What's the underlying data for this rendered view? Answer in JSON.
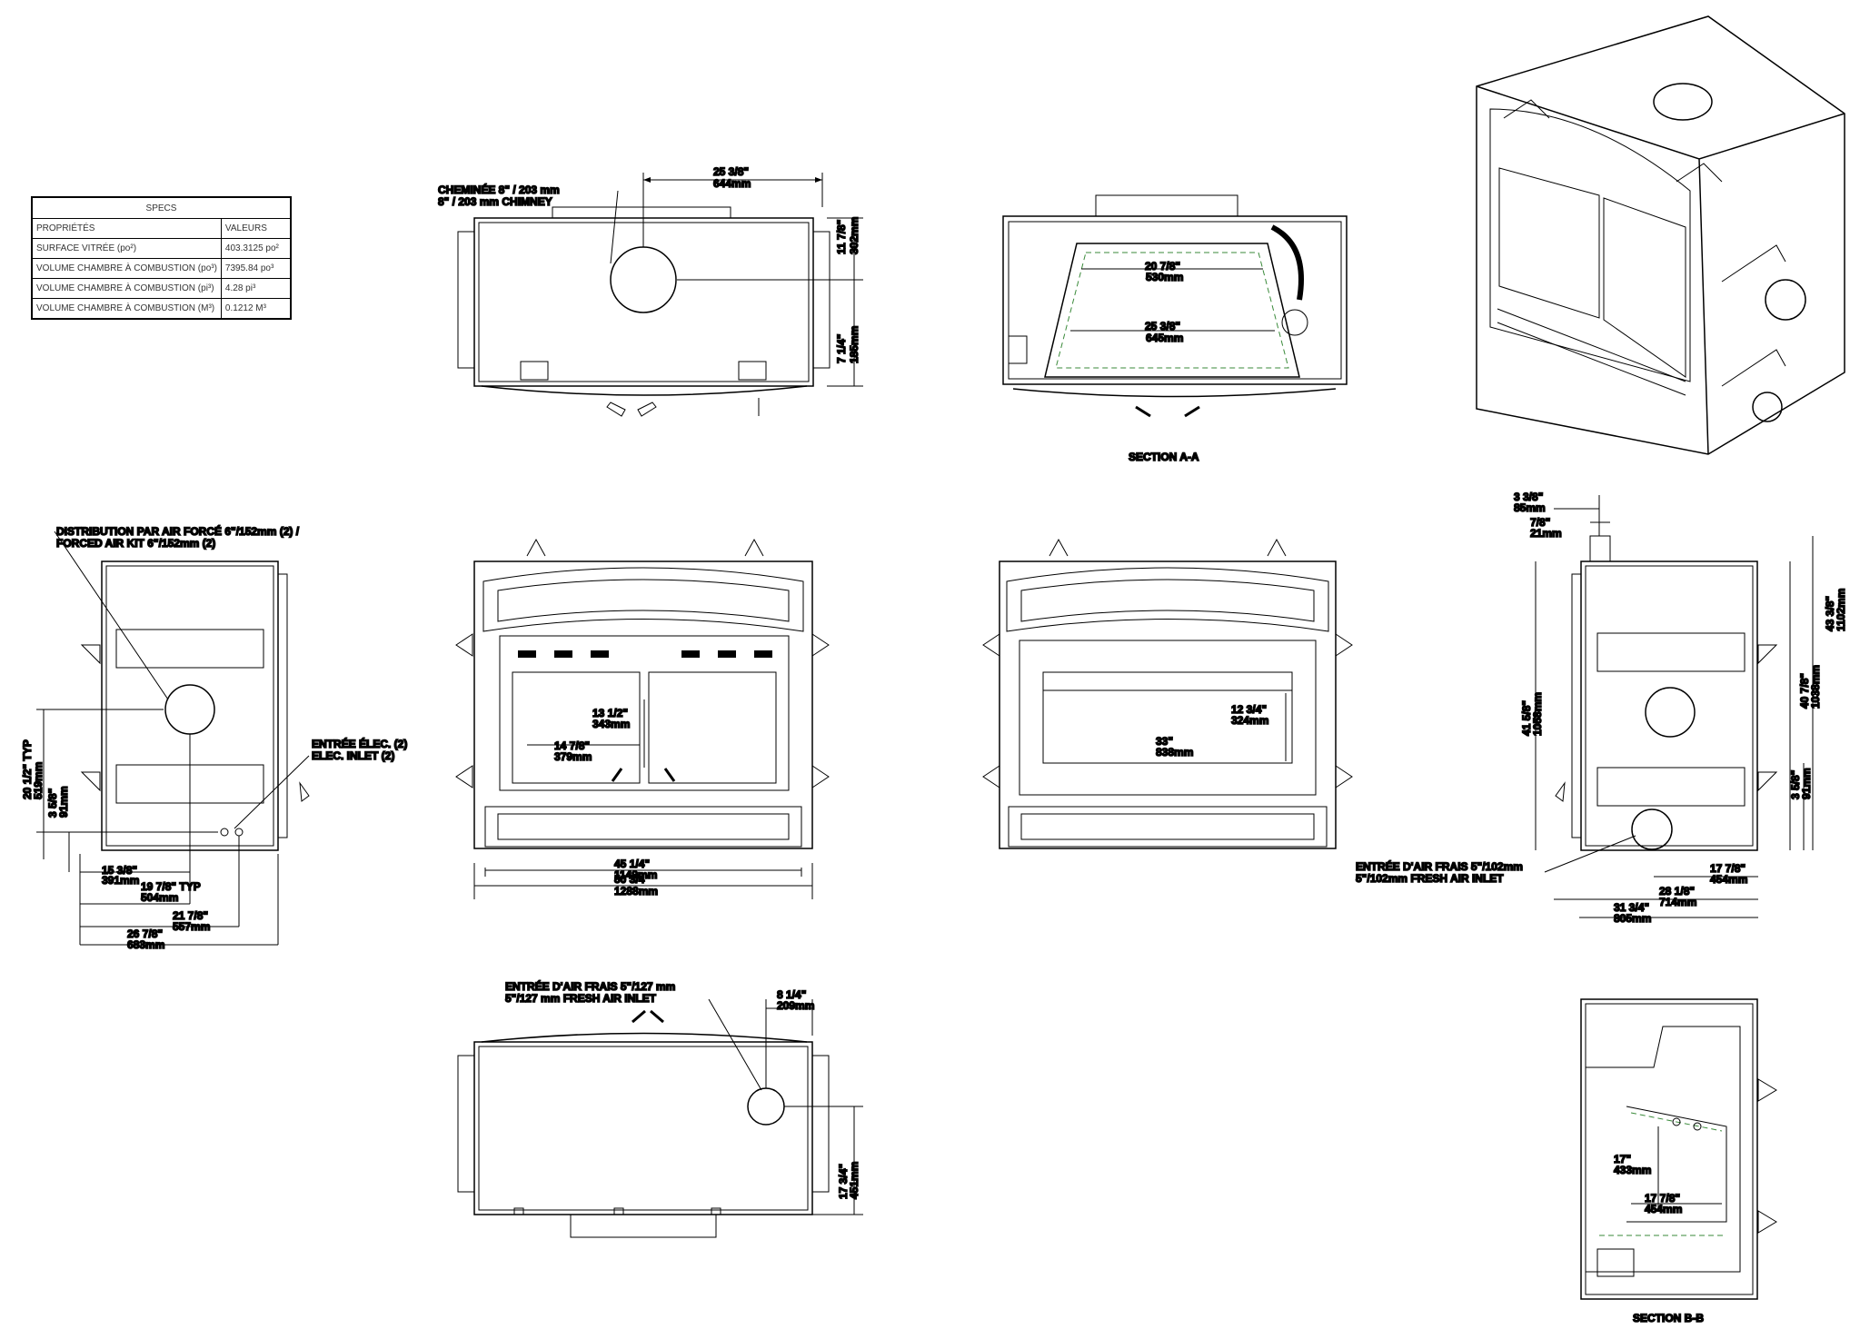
{
  "specs_table": {
    "title": "SPECS",
    "header": {
      "property": "PROPRIÉTÉS",
      "value": "VALEURS"
    },
    "rows": [
      {
        "property": "SURFACE VITRÉE (po²)",
        "value": "403.3125 po²"
      },
      {
        "property": "VOLUME CHAMBRE À COMBUSTION (po³)",
        "value": "7395.84 po³"
      },
      {
        "property": "VOLUME CHAMBRE À COMBUSTION (pi³)",
        "value": "4.28 pi³"
      },
      {
        "property": "VOLUME CHAMBRE À COMBUSTION (M³)",
        "value": "0.1212 M³"
      }
    ]
  },
  "top_view": {
    "chimney_label_fr": "CHEMINÉE 8\" / 203 mm",
    "chimney_label_en": "8\" / 203 mm CHIMNEY",
    "dim_width_in": "25  3/8\"",
    "dim_width_mm": "644mm",
    "dim_right1_in": "11  7/8\"",
    "dim_right1_mm": "302mm",
    "dim_right2_in": "7  1/4\"",
    "dim_right2_mm": "185mm"
  },
  "section_a": {
    "title": "SECTION A-A",
    "dim_top_in": "20  7/8\"",
    "dim_top_mm": "530mm",
    "dim_mid_in": "25  3/8\"",
    "dim_mid_mm": "645mm"
  },
  "left_view": {
    "forced_air_fr": "DISTRIBUTION PAR AIR FORCÉ 6\"/152mm (2) /",
    "forced_air_en": "FORCED AIR KIT 6\"/152mm (2)",
    "elec_fr": "ENTRÉE ÉLEC. (2)",
    "elec_en": "ELEC. INLET (2)",
    "dim_h1_in": "20  1/2\"  TYP",
    "dim_h1_mm": "519mm",
    "dim_h2_in": "3  5/8\"",
    "dim_h2_mm": "91mm",
    "dim_w1_in": "15  3/8\"",
    "dim_w1_mm": "391mm",
    "dim_w2_in": "19  7/8\"  TYP",
    "dim_w2_mm": "504mm",
    "dim_w3_in": "21  7/8\"",
    "dim_w3_mm": "557mm",
    "dim_w4_in": "26  7/8\"",
    "dim_w4_mm": "683mm"
  },
  "front_view": {
    "dim_glass_h_in": "13  1/2\"",
    "dim_glass_h_mm": "343mm",
    "dim_glass_w_in": "14  7/8\"",
    "dim_glass_w_mm": "379mm",
    "dim_w1_in": "45  1/4\"",
    "dim_w1_mm": "1149mm",
    "dim_w2_in": "50  3/4\"",
    "dim_w2_mm": "1288mm"
  },
  "front_open_view": {
    "dim_h_in": "12  3/4\"",
    "dim_h_mm": "324mm",
    "dim_w_in": "33\"",
    "dim_w_mm": "838mm"
  },
  "right_view": {
    "dim_top1_in": "3  3/8\"",
    "dim_top1_mm": "85mm",
    "dim_top2_in": "7/8\"",
    "dim_top2_mm": "21mm",
    "dim_h1_in": "41  5/8\"",
    "dim_h1_mm": "1058mm",
    "dim_h2_in": "40  7/8\"",
    "dim_h2_mm": "1038mm",
    "dim_h3_in": "43  3/8\"",
    "dim_h3_mm": "1102mm",
    "dim_h4_in": "3  5/8\"",
    "dim_h4_mm": "91mm",
    "fresh_air_fr": "ENTRÉE D'AIR FRAIS 5\"/102mm",
    "fresh_air_en": "5\"/102mm FRESH AIR INLET",
    "dim_w1_in": "17  7/8\"",
    "dim_w1_mm": "454mm",
    "dim_w2_in": "28  1/8\"",
    "dim_w2_mm": "714mm",
    "dim_w3_in": "31  3/4\"",
    "dim_w3_mm": "805mm"
  },
  "bottom_view": {
    "fresh_air_fr": "ENTRÉE D'AIR FRAIS 5\"/127 mm",
    "fresh_air_en": "5\"/127 mm FRESH AIR INLET",
    "dim_top_in": "8  1/4\"",
    "dim_top_mm": "209mm",
    "dim_right_in": "17  3/4\"",
    "dim_right_mm": "451mm"
  },
  "section_b": {
    "title": "SECTION B-B",
    "dim_h_in": "17\"",
    "dim_h_mm": "433mm",
    "dim_w_in": "17  7/8\"",
    "dim_w_mm": "454mm"
  }
}
